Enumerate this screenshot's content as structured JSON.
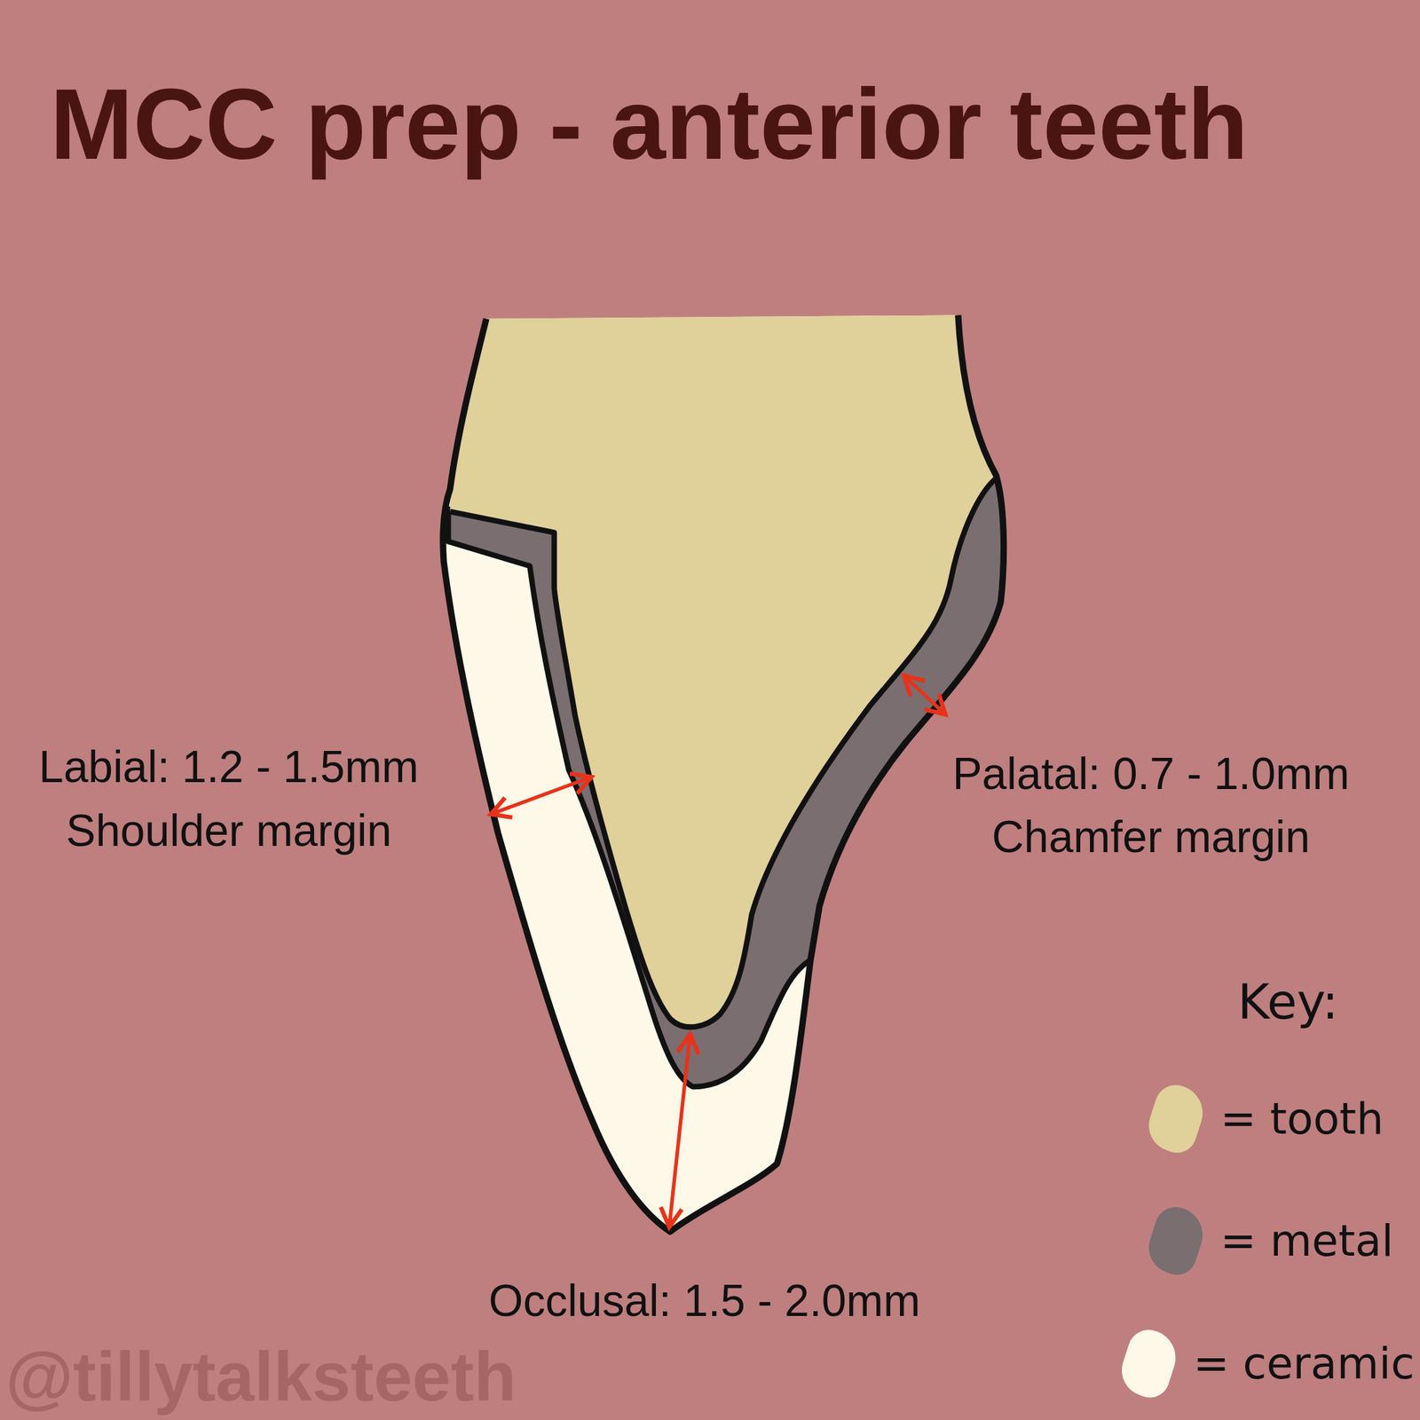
{
  "diagram": {
    "title": "MCC prep - anterior teeth",
    "labels": [
      "Labial: 1.2 - 1.5mm",
      "Shoulder margin",
      "Palatal: 0.7 - 1.0mm",
      "Chamfer margin",
      "Occlusal: 1.5 - 2.0mm",
      "Key:",
      "@tillytalksteeth"
    ],
    "legend": [
      {
        "text": "= tooth",
        "color": "#e0d09a"
      },
      {
        "text": "= metal",
        "color": "#7a6e70"
      },
      {
        "text": "= ceramic",
        "color": "#fdf8e8"
      }
    ]
  }
}
